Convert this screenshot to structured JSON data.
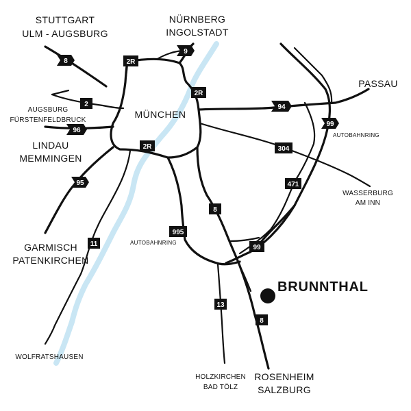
{
  "labels": {
    "stuttgart": "STUTTGART",
    "ulm_augsburg": "ULM - AUGSBURG",
    "nuernberg": "NÜRNBERG",
    "ingolstadt": "INGOLSTADT",
    "passau": "PASSAU",
    "augsburg": "AUGSBURG",
    "fuerstenfeldbruck": "FÜRSTENFELDBRUCK",
    "lindau": "LINDAU",
    "memmingen": "MEMMINGEN",
    "muenchen": "MÜNCHEN",
    "autobahnring_east": "AUTOBAHNRING",
    "autobahnring_south": "AUTOBAHNRING",
    "wasserburg": "WASSERBURG",
    "am_inn": "AM INN",
    "garmisch": "GARMISCH",
    "partenkirchen": "PATENKIRCHEN",
    "wolfratshausen": "WOLFRATSHAUSEN",
    "holzkirchen": "HOLZKIRCHEN",
    "bad_toelz": "BAD TÖLZ",
    "rosenheim": "ROSENHEIM",
    "salzburg": "SALZBURG",
    "brunnthal": "BRUNNTHAL"
  },
  "shields": {
    "a8_nw": "8",
    "a9": "9",
    "ring_north": "2R",
    "ring_east": "2R",
    "ring_south": "2R",
    "b2": "2",
    "a96": "96",
    "a94": "94",
    "a99_east": "99",
    "b304": "304",
    "a95": "95",
    "a471": "471",
    "a8_se": "8",
    "a995": "995",
    "b11": "11",
    "a99_south": "99",
    "b13": "13",
    "a8_south": "8"
  },
  "colors": {
    "river": "#c9e6f4",
    "road": "#111111",
    "shield": "#111111",
    "marker": "#111111"
  }
}
